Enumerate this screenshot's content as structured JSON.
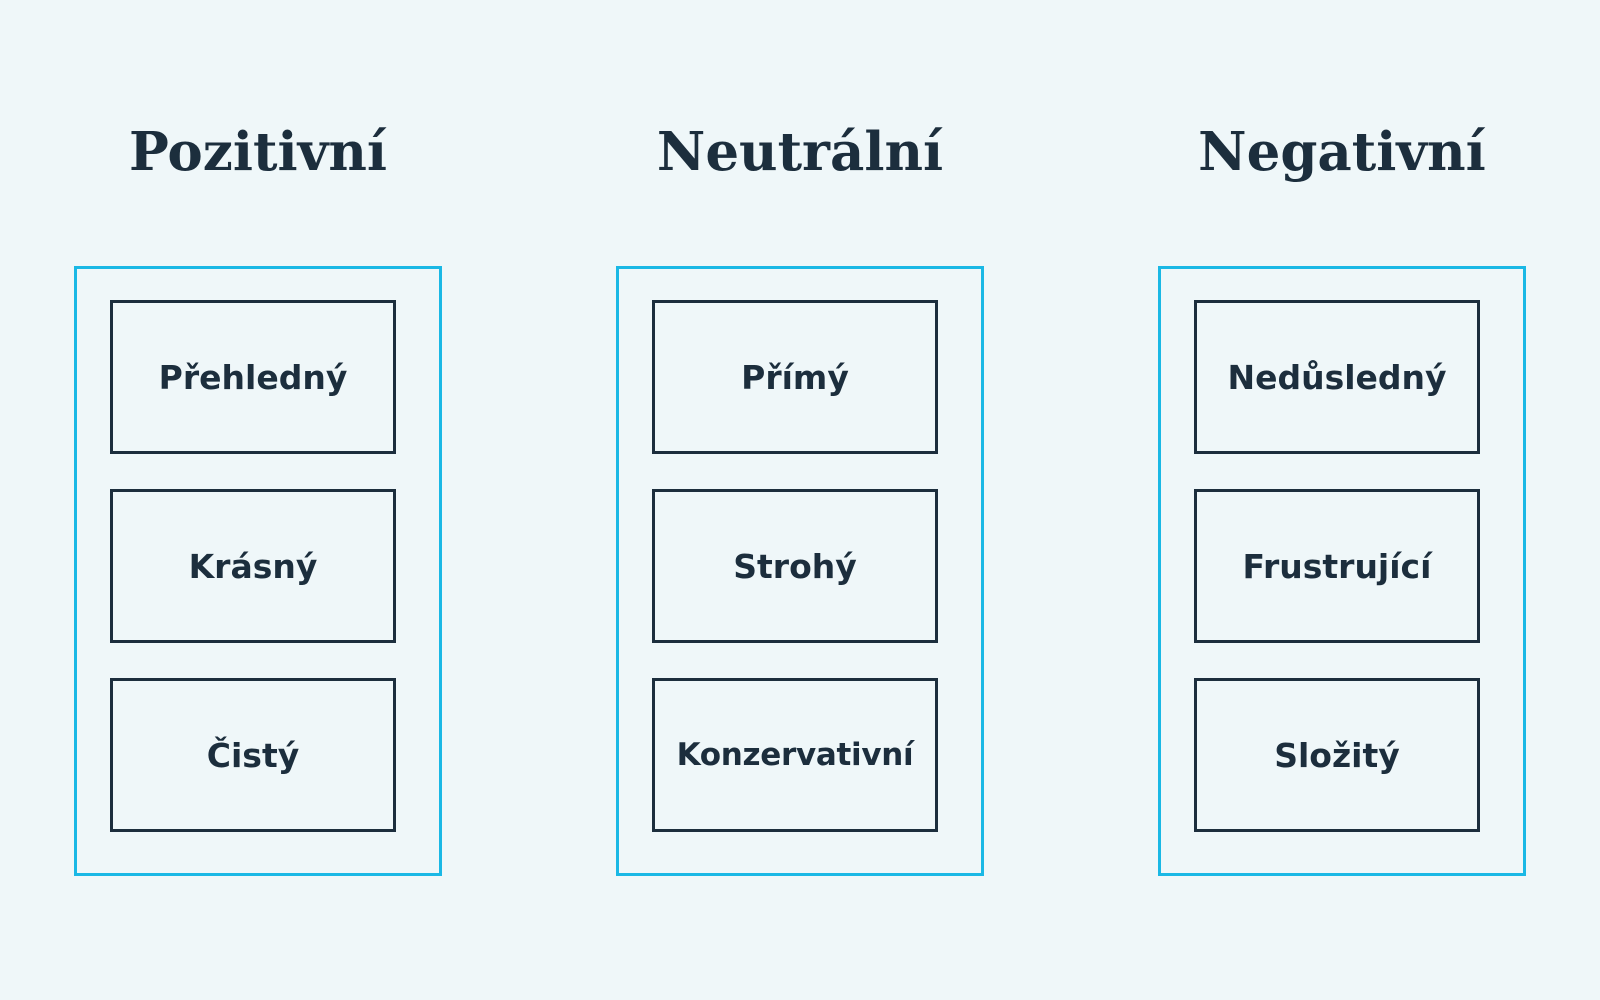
{
  "colors": {
    "background": "#eff7f9",
    "accent": "#1ab8e5",
    "ink": "#1c2e3d"
  },
  "columns": [
    {
      "title": "Pozitivní",
      "words": [
        "Přehledný",
        "Krásný",
        "Čistý"
      ]
    },
    {
      "title": "Neutrální",
      "words": [
        "Přímý",
        "Strohý",
        "Konzervativní"
      ]
    },
    {
      "title": "Negativní",
      "words": [
        "Nedůsledný",
        "Frustrující",
        "Složitý"
      ]
    }
  ]
}
